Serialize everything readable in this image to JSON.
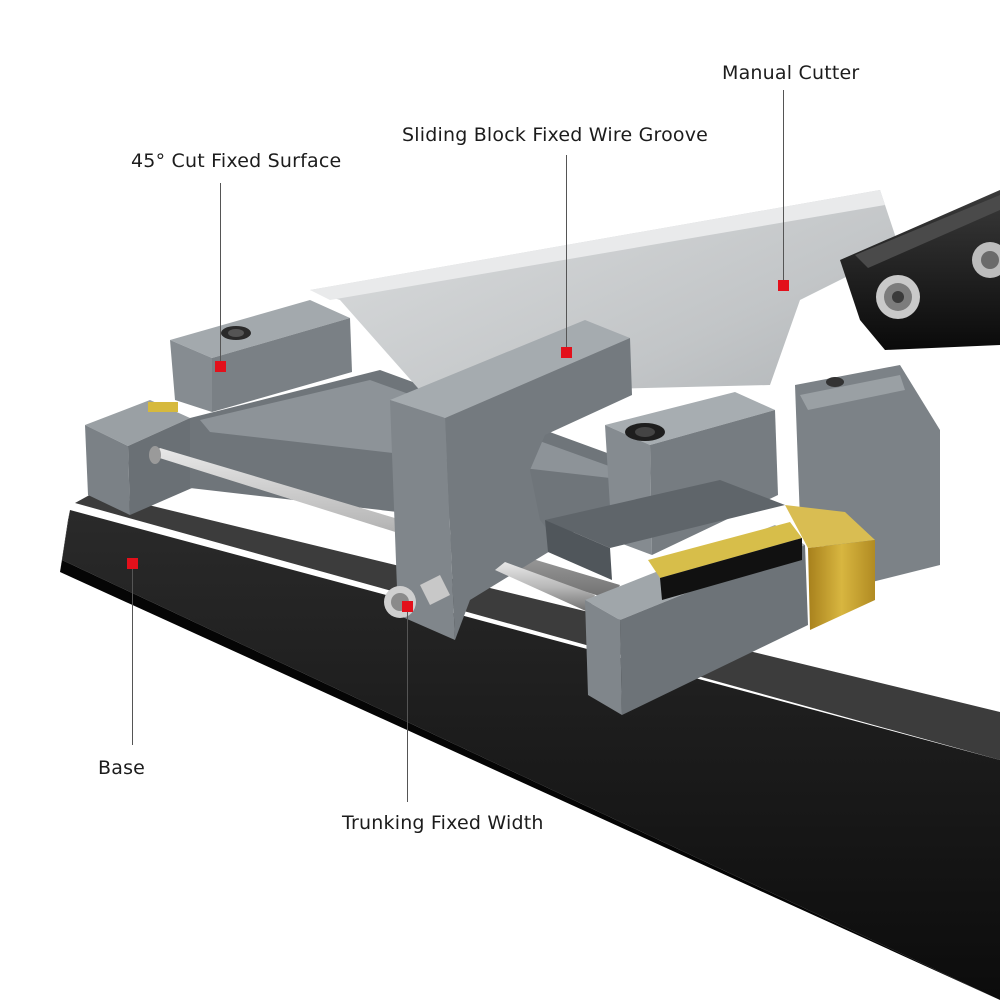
{
  "callouts": {
    "manual_cutter": "Manual Cutter",
    "sliding_block": "Sliding Block Fixed Wire Groove",
    "cut_surface": "45° Cut Fixed Surface",
    "base": "Base",
    "trunking_width": "Trunking Fixed Width"
  },
  "colors": {
    "marker": "#e3101b",
    "leader": "#555555",
    "label": "#1c1c1c",
    "metal_gray": "#7f858a",
    "blade_silver": "#c4c7c9",
    "base_black": "#141414",
    "brass": "#c9a227"
  }
}
